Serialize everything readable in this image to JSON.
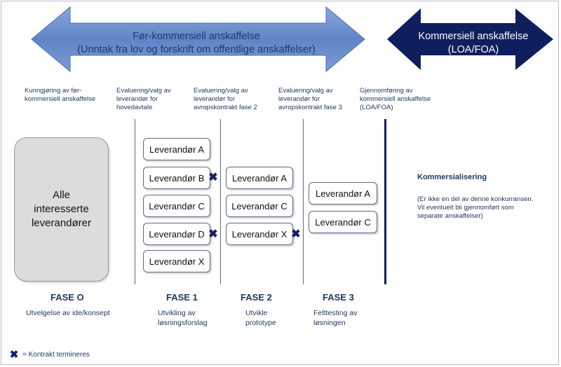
{
  "colors": {
    "precommercial_arrow": "#6d8fcb",
    "commercial_arrow": "#0f1e5c",
    "terminate_mark": "#12206b"
  },
  "arrows": {
    "precommercial": {
      "line1": "Før-kommersiell anskaffelse",
      "line2": "(Unntak fra lov og forskrift om offentlige anskaffelser)"
    },
    "commercial": {
      "line1": "Kommersiell anskaffelse",
      "line2": "(LOA/FOA)"
    }
  },
  "descriptions": [
    [
      "Kunngjøring av før-",
      "kommersiell anskaffelse"
    ],
    [
      "Evaluering/valg av",
      "leverandør for",
      "hovedavtale"
    ],
    [
      "Evaluering/valg av",
      "leverandør for",
      "avropskontrakt fase 2"
    ],
    [
      "Evaluering/valg av",
      "leverandør for",
      "avropskontrakt fase 3"
    ],
    [
      "Gjennomføring av",
      "kommersiell anskaffelse",
      "(LOA/FOA)"
    ]
  ],
  "all_suppliers": [
    "Alle",
    "interesserte",
    "leverandører"
  ],
  "phase1_suppliers": [
    {
      "label": "Leverandør A",
      "terminated": false
    },
    {
      "label": "Leverandør B",
      "terminated": true
    },
    {
      "label": "Leverandør C",
      "terminated": false
    },
    {
      "label": "Leverandør D",
      "terminated": true
    },
    {
      "label": "Leverandør X",
      "terminated": false
    }
  ],
  "phase2_suppliers": [
    {
      "label": "Leverandør A",
      "terminated": false
    },
    {
      "label": "Leverandør C",
      "terminated": false
    },
    {
      "label": "Leverandør X",
      "terminated": true
    }
  ],
  "phase3_suppliers": [
    {
      "label": "Leverandør A",
      "terminated": false
    },
    {
      "label": "Leverandør C",
      "terminated": false
    }
  ],
  "phases": [
    {
      "title": "FASE O",
      "sub": [
        "Utvelgelse av ide/konsept"
      ]
    },
    {
      "title": "FASE 1",
      "sub": [
        "Utvikling av",
        "løsningsforslag"
      ]
    },
    {
      "title": "FASE 2",
      "sub": [
        "Utvikle",
        "prototype"
      ]
    },
    {
      "title": "FASE 3",
      "sub": [
        "Felttesting av",
        "løsningen"
      ]
    }
  ],
  "commercialization": {
    "title": "Kommersialisering",
    "note": [
      "(Er ikke en del av denne konkurransen.",
      "Vil eventuelt bli gjennomført som",
      "separate anskaffelser)"
    ]
  },
  "legend": {
    "mark": "✖",
    "text": "= Kontrakt termineres"
  }
}
